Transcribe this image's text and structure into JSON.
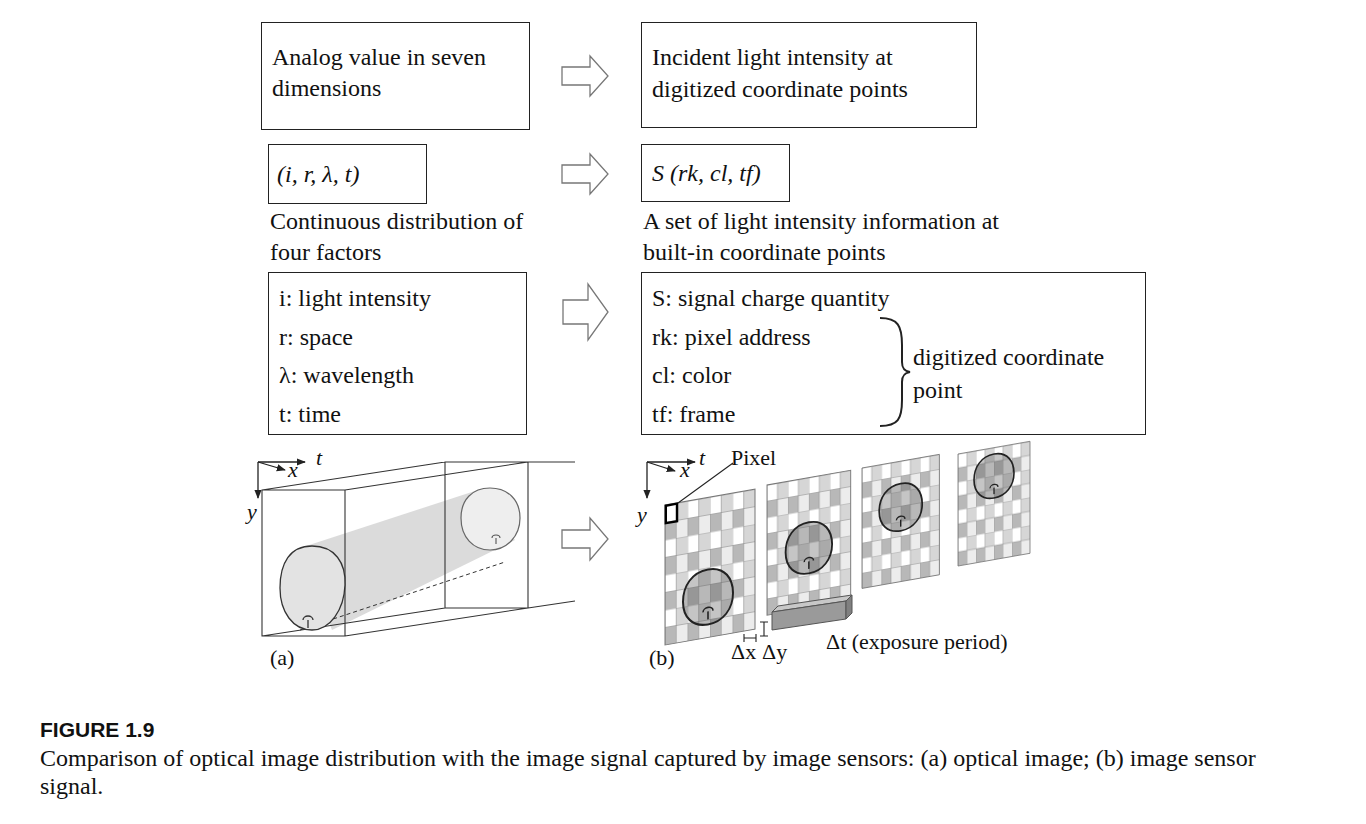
{
  "diagram": {
    "title": "FIGURE 1.9",
    "caption": "Comparison of optical image distribution with the image signal captured by image sensors: (a) optical image; (b) image sensor signal.",
    "nodes": [
      {
        "text": [
          "Analog value in seven dimensions"
        ]
      },
      {
        "text": [
          "Incident light intensity at digitized coordinate points"
        ]
      },
      {
        "text": [
          "(i, r, λ, t)",
          "Continuous distribution of four factors"
        ]
      },
      {
        "text": [
          "S (rk, cl, tf)",
          "A set of light intensity information at built-in coordinate points"
        ]
      },
      {
        "text": [
          "i: light intensity",
          "r: space",
          "λ: wavelength",
          "t: time"
        ]
      },
      {
        "text": [
          "S: signal charge quantity",
          "rk: pixel address",
          "cl: color",
          "tf: frame",
          "digitized coordinate point"
        ]
      }
    ],
    "edges": [
      {
        "from": 0,
        "to": 1,
        "arrow": "to"
      },
      {
        "from": 2,
        "to": 3,
        "arrow": "to"
      },
      {
        "from": 4,
        "to": 5,
        "arrow": "to"
      }
    ],
    "labels": [
      "t",
      "x",
      "y",
      "(a)",
      "t",
      "x",
      "Pixel",
      "y",
      "(b)",
      "Δx",
      "Δy",
      "Δt (exposure period)"
    ]
  }
}
